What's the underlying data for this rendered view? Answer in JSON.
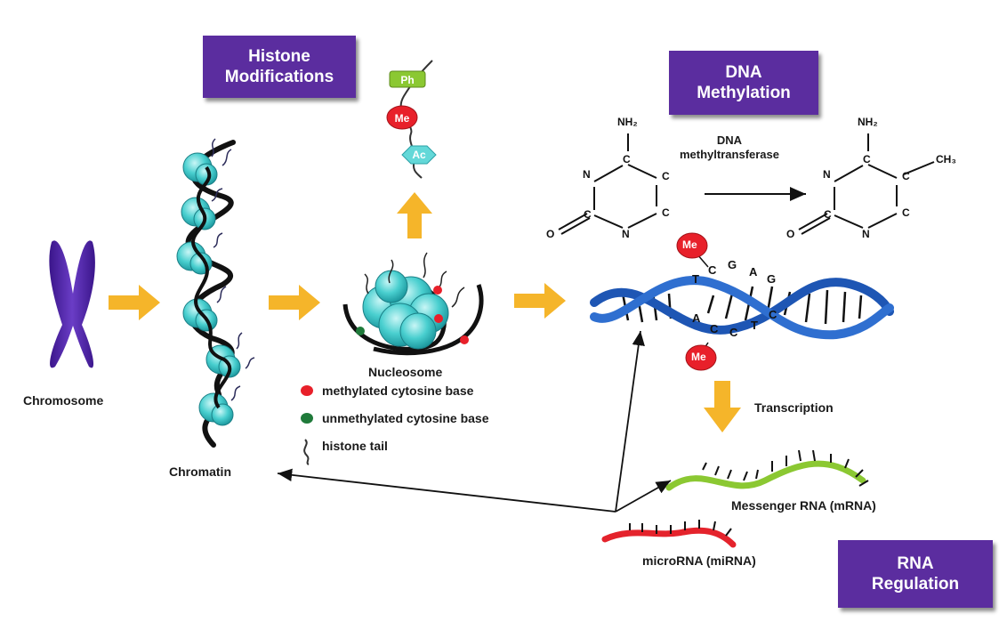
{
  "boxes": {
    "histone": "Histone\nModifications",
    "methylation": "DNA\nMethylation",
    "rna": "RNA\nRegulation"
  },
  "labels": {
    "chromosome": "Chromosome",
    "chromatin": "Chromatin",
    "nucleosome": "Nucleosome",
    "transcription": "Transcription",
    "mrna": "Messenger RNA (mRNA)",
    "mirna": "microRNA (miRNA)",
    "enzyme": "DNA\nmethyltransferase"
  },
  "legend": [
    {
      "text": "methylated cytosine base",
      "color": "#e8202a"
    },
    {
      "text": "unmethylated cytosine base",
      "color": "#1f7a3a"
    },
    {
      "text": "histone tail",
      "color": "#333333"
    }
  ],
  "histone_marks": {
    "ph": "Ph",
    "me": "Me",
    "ac": "Ac"
  },
  "me_tag": "Me",
  "chem": {
    "nh2": "NH₂",
    "n": "N",
    "c": "C",
    "o": "O",
    "ch3": "CH₃"
  },
  "bases_top": [
    "T",
    "C",
    "G",
    "A",
    "G"
  ],
  "bases_bottom": [
    "A",
    "C",
    "C",
    "T",
    "C"
  ],
  "colors": {
    "box": "#5b2d9f",
    "arrow": "#f5b52a",
    "chromosome": "#4b1fa0",
    "histone": "#4fd1d1",
    "dna": "#1e56b4",
    "mrna": "#8bc832",
    "mirna": "#e4232c",
    "methyl": "#e8202a",
    "unmethyl": "#1f7a3a",
    "ph": "#8bc832"
  }
}
